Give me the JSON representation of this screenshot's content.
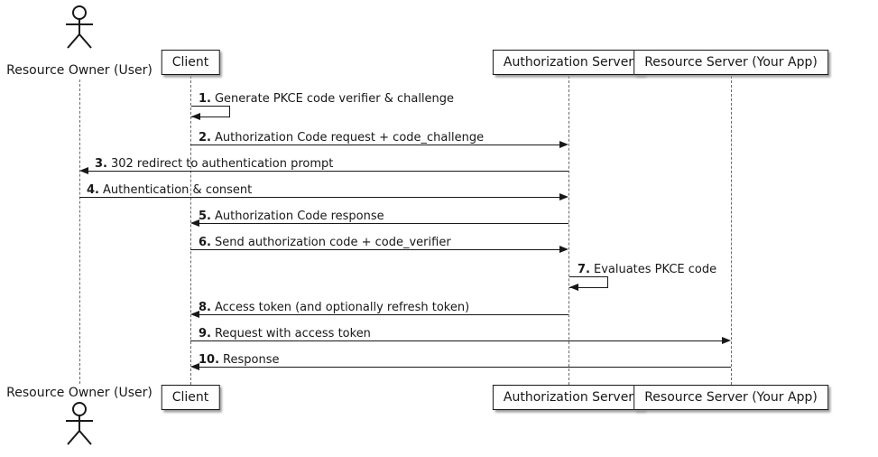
{
  "diagram": {
    "type": "sequence",
    "participants": {
      "user": {
        "label": "Resource Owner (User)",
        "kind": "actor"
      },
      "client": {
        "label": "Client",
        "kind": "box"
      },
      "auth": {
        "label": "Authorization Server",
        "kind": "box"
      },
      "resource": {
        "label": "Resource Server (Your App)",
        "kind": "box"
      }
    },
    "messages": [
      {
        "num": "1.",
        "text": "Generate PKCE code verifier & challenge",
        "from": "client",
        "to": "client",
        "style": "self"
      },
      {
        "num": "2.",
        "text": "Authorization Code request + code_challenge",
        "from": "client",
        "to": "auth",
        "style": "solid"
      },
      {
        "num": "3.",
        "text": "302 redirect to authentication prompt",
        "from": "auth",
        "to": "user",
        "style": "solid"
      },
      {
        "num": "4.",
        "text": "Authentication & consent",
        "from": "user",
        "to": "auth",
        "style": "solid"
      },
      {
        "num": "5.",
        "text": "Authorization Code response",
        "from": "auth",
        "to": "client",
        "style": "solid"
      },
      {
        "num": "6.",
        "text": "Send authorization code + code_verifier",
        "from": "client",
        "to": "auth",
        "style": "solid"
      },
      {
        "num": "7.",
        "text": "Evaluates PKCE code",
        "from": "auth",
        "to": "auth",
        "style": "self"
      },
      {
        "num": "8.",
        "text": "Access token (and optionally refresh token)",
        "from": "auth",
        "to": "client",
        "style": "solid"
      },
      {
        "num": "9.",
        "text": "Request with access token",
        "from": "client",
        "to": "resource",
        "style": "solid"
      },
      {
        "num": "10.",
        "text": "Response",
        "from": "resource",
        "to": "client",
        "style": "solid"
      }
    ],
    "colors": {
      "line": "#181818",
      "box_background": "#fefefe",
      "box_border": "#181818",
      "lifeline": "#6a6a6a",
      "shadow": "#9a9a9a",
      "background": "#ffffff"
    }
  }
}
